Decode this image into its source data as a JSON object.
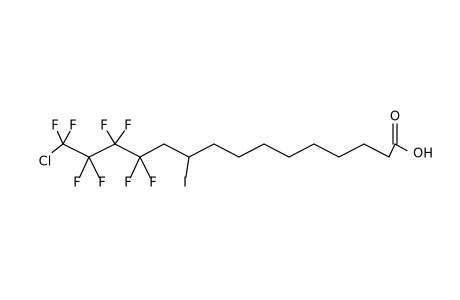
{
  "molecule": {
    "atoms": [
      {
        "id": "Cl1",
        "symbol": "Cl"
      },
      {
        "id": "F1",
        "symbol": "F"
      },
      {
        "id": "F2",
        "symbol": "F"
      },
      {
        "id": "F3",
        "symbol": "F"
      },
      {
        "id": "F4",
        "symbol": "F"
      },
      {
        "id": "F5",
        "symbol": "F"
      },
      {
        "id": "F6",
        "symbol": "F"
      },
      {
        "id": "F7",
        "symbol": "F"
      },
      {
        "id": "F8",
        "symbol": "F"
      },
      {
        "id": "I1",
        "symbol": "I"
      },
      {
        "id": "O1",
        "symbol": "O"
      },
      {
        "id": "O2",
        "symbol": "OH"
      }
    ]
  }
}
